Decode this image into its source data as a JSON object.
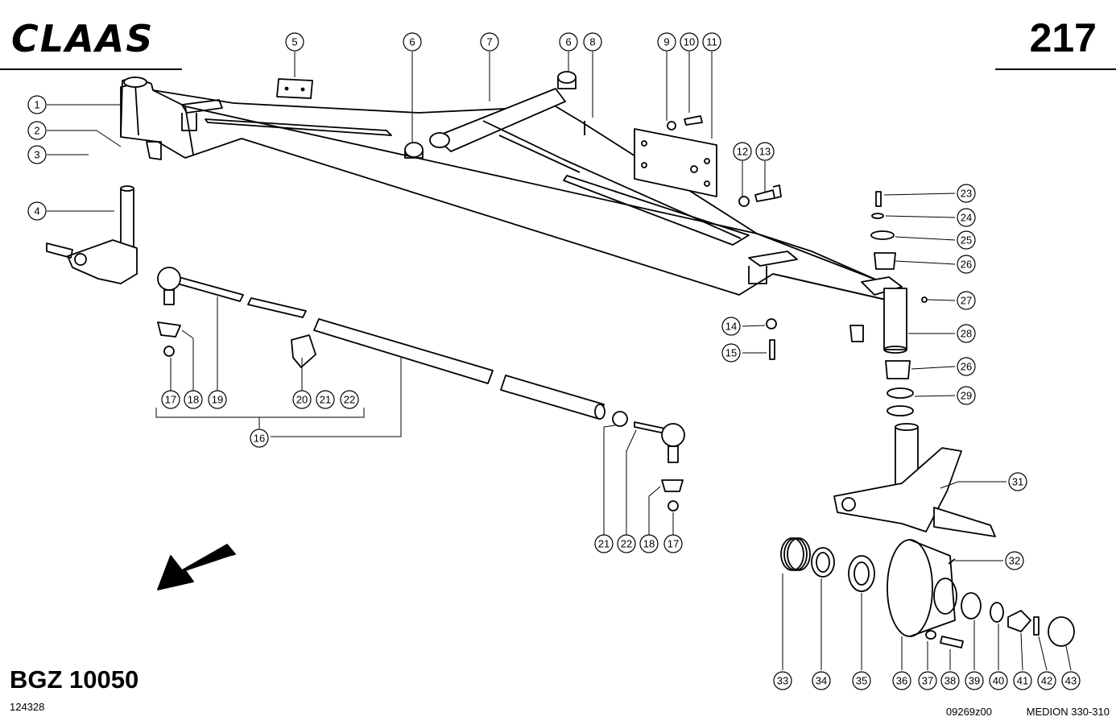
{
  "header": {
    "brand": "CLAAS",
    "page_number": "217"
  },
  "footer": {
    "model": "BGZ 10050",
    "doc_code": "124328",
    "drawing_code": "09269z00",
    "series": "MEDION 330-310"
  },
  "callouts": [
    {
      "id": "c1",
      "label": "1"
    },
    {
      "id": "c2",
      "label": "2"
    },
    {
      "id": "c3",
      "label": "3"
    },
    {
      "id": "c4",
      "label": "4"
    },
    {
      "id": "c5",
      "label": "5"
    },
    {
      "id": "c6a",
      "label": "6"
    },
    {
      "id": "c7",
      "label": "7"
    },
    {
      "id": "c6b",
      "label": "6"
    },
    {
      "id": "c8",
      "label": "8"
    },
    {
      "id": "c9",
      "label": "9"
    },
    {
      "id": "c10",
      "label": "10"
    },
    {
      "id": "c11",
      "label": "11"
    },
    {
      "id": "c12",
      "label": "12"
    },
    {
      "id": "c13",
      "label": "13"
    },
    {
      "id": "c14",
      "label": "14"
    },
    {
      "id": "c15",
      "label": "15"
    },
    {
      "id": "c16",
      "label": "16"
    },
    {
      "id": "c17a",
      "label": "17"
    },
    {
      "id": "c18a",
      "label": "18"
    },
    {
      "id": "c19",
      "label": "19"
    },
    {
      "id": "c20",
      "label": "20"
    },
    {
      "id": "c21a",
      "label": "21"
    },
    {
      "id": "c22a",
      "label": "22"
    },
    {
      "id": "c21b",
      "label": "21"
    },
    {
      "id": "c22b",
      "label": "22"
    },
    {
      "id": "c18b",
      "label": "18"
    },
    {
      "id": "c17b",
      "label": "17"
    },
    {
      "id": "c23",
      "label": "23"
    },
    {
      "id": "c24",
      "label": "24"
    },
    {
      "id": "c25",
      "label": "25"
    },
    {
      "id": "c26a",
      "label": "26"
    },
    {
      "id": "c27",
      "label": "27"
    },
    {
      "id": "c28",
      "label": "28"
    },
    {
      "id": "c26b",
      "label": "26"
    },
    {
      "id": "c29",
      "label": "29"
    },
    {
      "id": "c31",
      "label": "31"
    },
    {
      "id": "c32",
      "label": "32"
    },
    {
      "id": "c33",
      "label": "33"
    },
    {
      "id": "c34",
      "label": "34"
    },
    {
      "id": "c35",
      "label": "35"
    },
    {
      "id": "c36",
      "label": "36"
    },
    {
      "id": "c37",
      "label": "37"
    },
    {
      "id": "c38",
      "label": "38"
    },
    {
      "id": "c39",
      "label": "39"
    },
    {
      "id": "c40",
      "label": "40"
    },
    {
      "id": "c41",
      "label": "41"
    },
    {
      "id": "c42",
      "label": "42"
    },
    {
      "id": "c43",
      "label": "43"
    }
  ]
}
